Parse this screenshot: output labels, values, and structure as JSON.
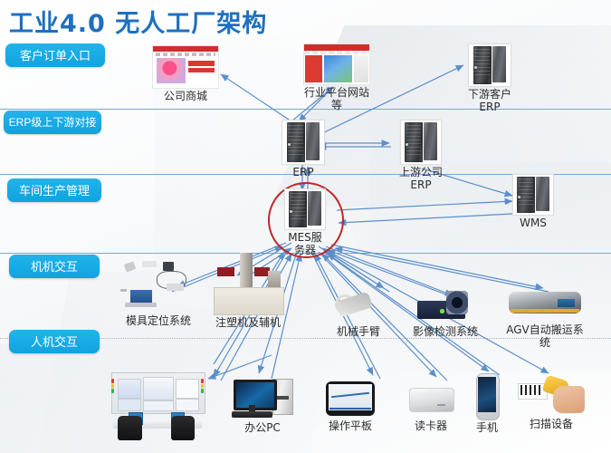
{
  "page": {
    "title": "工业4.0 无人工厂架构",
    "title_color": "#1f6fc0",
    "accent_color": "#0fa3e0",
    "highlight_color": "#c0272d",
    "arrow_color": "#5b8fc9"
  },
  "bands": [
    {
      "id": "band-customer-order",
      "label": "客户订单入口"
    },
    {
      "id": "band-erp-updown",
      "label": "ERP级上下游对接"
    },
    {
      "id": "band-workshop",
      "label": "车间生产管理"
    },
    {
      "id": "band-m2m",
      "label": "机机交互"
    },
    {
      "id": "band-h2m",
      "label": "人机交互"
    }
  ],
  "nodes": {
    "company_mall": {
      "label": "公司商城",
      "icon": "website-thumbnail"
    },
    "industry_platform": {
      "label": "行业平台网站\n等",
      "icon": "website-thumbnail"
    },
    "downstream_erp": {
      "label": "下游客户\nERP",
      "icon": "server-icon"
    },
    "erp": {
      "label": "ERP",
      "icon": "server-icon"
    },
    "upstream_erp": {
      "label": "上游公司\nERP",
      "icon": "server-icon"
    },
    "wms": {
      "label": "WMS",
      "icon": "server-icon"
    },
    "mes": {
      "label": "MES服务器",
      "icon": "server-icon",
      "highlighted": true
    },
    "mold_system": {
      "label": "模具定位系统",
      "icon": "mold-positioning-photo"
    },
    "injection": {
      "label": "注塑机及辅机",
      "icon": "injection-machine-photo"
    },
    "robot_arm": {
      "label": "机械手臂",
      "icon": "robot-arm-photo"
    },
    "vision": {
      "label": "影像检测系统",
      "icon": "vision-camera-photo"
    },
    "agv": {
      "label": "AGV自动搬运系\n统",
      "icon": "agv-photo"
    },
    "control_room": {
      "label": "",
      "icon": "control-room-photo"
    },
    "office_pc": {
      "label": "办公PC",
      "icon": "desktop-pc-photo"
    },
    "tablet": {
      "label": "操作平板",
      "icon": "tablet-photo"
    },
    "card_reader": {
      "label": "读卡器",
      "icon": "card-reader-photo"
    },
    "phone": {
      "label": "手机",
      "icon": "smartphone-photo"
    },
    "scanner": {
      "label": "扫描设备",
      "icon": "barcode-scanner-photo"
    }
  }
}
